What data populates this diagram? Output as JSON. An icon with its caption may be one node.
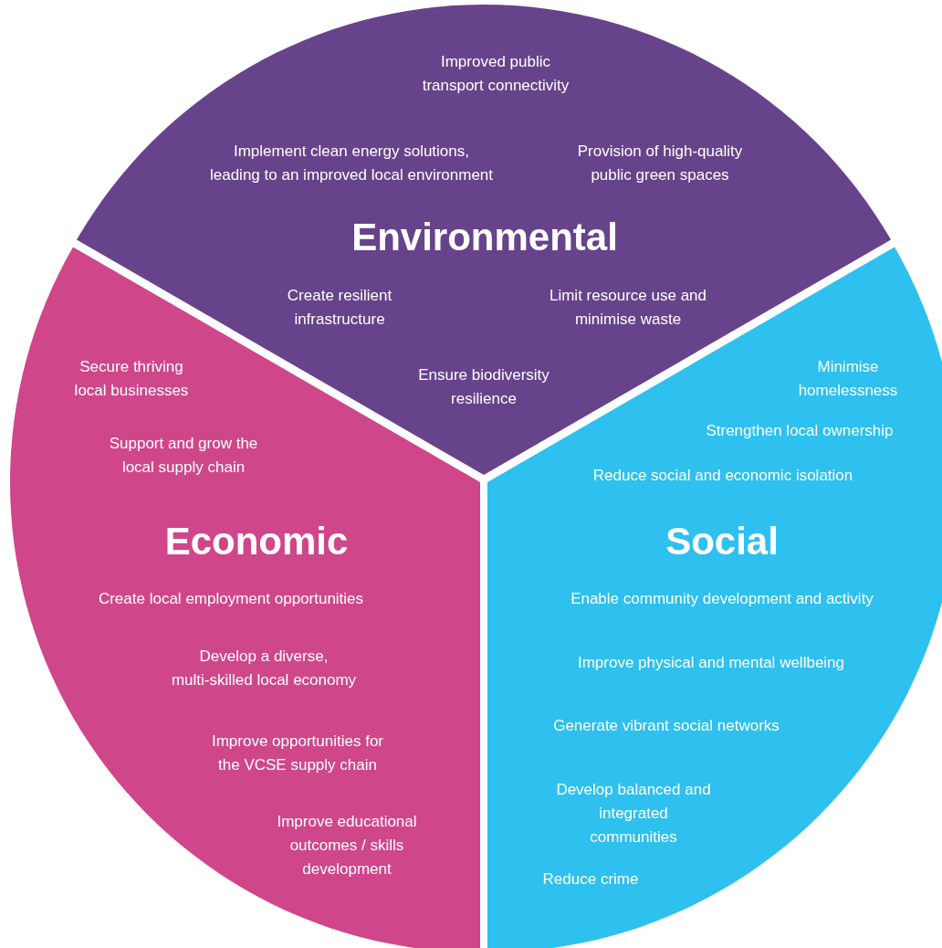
{
  "diagram": {
    "nodes": [
      {
        "text": [
          "Improved public transport connectivity",
          "Implement clean energy solutions, leading to an improved local environment",
          "Provision of high-quality public green spaces",
          "Environmental",
          "Create resilient infrastructure",
          "Limit resource use and minimise waste",
          "Ensure biodiversity resilience"
        ]
      },
      {
        "text": [
          "Secure thriving local businesses",
          "Support and grow the local supply chain",
          "Economic",
          "Create local employment opportunities",
          "Develop a diverse, multi-skilled local economy",
          "Improve opportunities for the VCSE supply chain",
          "Improve educational outcomes / skills development"
        ]
      },
      {
        "text": [
          "Minimise homelessness",
          "Strengthen local ownership",
          "Reduce social and economic isolation",
          "Social",
          "Enable community development and activity",
          "Improve physical and mental wellbeing",
          "Generate vibrant social networks",
          "Develop balanced and integrated communities",
          "Reduce crime"
        ]
      }
    ]
  }
}
